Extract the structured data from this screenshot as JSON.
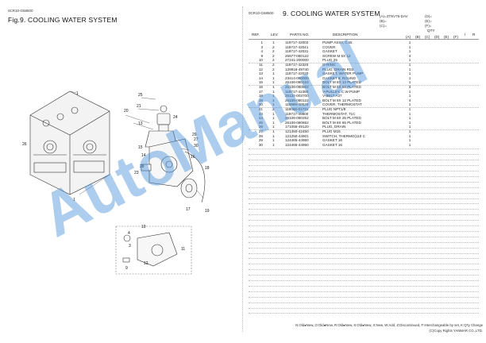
{
  "left_page": {
    "code": "0CR10-G68500",
    "title": "Fig.9.  COOLING WATER SYSTEM"
  },
  "right_page": {
    "code": "0CR10-G68500",
    "title": "9.  COOLING WATER SYSTEM",
    "model_codes": {
      "a": "(A)=3TNV76-DAV",
      "b": "(B)=",
      "c": "(C)=",
      "d": "(D)=",
      "e": "(E)=",
      "f": "(F)="
    },
    "headers": {
      "ref": "REF.",
      "lev": "LEV.",
      "parts": "PARTS NO.",
      "desc": "DESCRIPTION",
      "qty": "QTY",
      "cols": [
        "(A)",
        "(B)",
        "(C)",
        "(D)",
        "(E)",
        "(F)",
        "I",
        "R"
      ]
    },
    "rows": [
      {
        "ref": "1",
        "lev": "1",
        "part": "119717-42002",
        "desc": "PUMP ASSY, C.W.",
        "qty": "1"
      },
      {
        "ref": "3",
        "lev": "2",
        "part": "119717-42041",
        "desc": "COVER",
        "qty": "1"
      },
      {
        "ref": "4",
        "lev": "2",
        "part": "119717-42031",
        "desc": "GASKET",
        "qty": "1"
      },
      {
        "ref": "9",
        "lev": "2",
        "part": "26577-060122",
        "desc": "SCREW M 6X 12",
        "qty": "4"
      },
      {
        "ref": "10",
        "lev": "2",
        "part": "27241-200000",
        "desc": "PLUG 25",
        "qty": "1"
      },
      {
        "ref": "11",
        "lev": "2",
        "part": "119717-42320",
        "desc": "O-RING",
        "qty": "1"
      },
      {
        "ref": "12",
        "lev": "2",
        "part": "129916-49740",
        "desc": "PLUG, DRAIN R03",
        "qty": "1"
      },
      {
        "ref": "13",
        "lev": "1",
        "part": "119717-42020",
        "desc": "GASKET, WATER PUMP",
        "qty": "1"
      },
      {
        "ref": "14",
        "lev": "1",
        "part": "23414-080000",
        "desc": "GASKET 8, ROUND",
        "qty": "1"
      },
      {
        "ref": "15",
        "lev": "1",
        "part": "26106-080122",
        "desc": "BOLT M 8X 12 PLATED",
        "qty": "1"
      },
      {
        "ref": "16",
        "lev": "1",
        "part": "26106-080502",
        "desc": "BOLT M 8X 50 PLATED",
        "qty": "3"
      },
      {
        "ref": "17",
        "lev": "1",
        "part": "119717-42350",
        "desc": "V-PULLEY, C.W.PUMP",
        "qty": "1"
      },
      {
        "ref": "18",
        "lev": "1",
        "part": "25132-003700",
        "desc": "V-BELT A37",
        "qty": "1"
      },
      {
        "ref": "19",
        "lev": "1",
        "part": "26106-080122",
        "desc": "BOLT M 8X 12 PLATED",
        "qty": "4"
      },
      {
        "ref": "20",
        "lev": "1",
        "part": "119669-49520",
        "desc": "COVER, THERMOSTAT",
        "qty": "1"
      },
      {
        "ref": "21",
        "lev": "2",
        "part": "119065-01731",
        "desc": "PLUG NPT1/8",
        "qty": "1"
      },
      {
        "ref": "23",
        "lev": "1",
        "part": "119717-49800",
        "desc": "THERMOSTAT, 71C",
        "qty": "1"
      },
      {
        "ref": "24",
        "lev": "1",
        "part": "26106-080252",
        "desc": "BOLT M 8X 25 PLATED",
        "qty": "1"
      },
      {
        "ref": "25",
        "lev": "1",
        "part": "26106-080652",
        "desc": "BOLT M 8X 65 PLATED",
        "qty": "1"
      },
      {
        "ref": "26",
        "lev": "1",
        "part": "171056-49120",
        "desc": "PLUG, DRAIN",
        "qty": "1"
      },
      {
        "ref": "27",
        "lev": "1",
        "part": "121450-42450",
        "desc": "PLUG M16",
        "qty": "1"
      },
      {
        "ref": "28",
        "lev": "1",
        "part": "121250-44901",
        "desc": "SWITCH, THERMO(110 C",
        "qty": "1"
      },
      {
        "ref": "29",
        "lev": "1",
        "part": "124465-44950",
        "desc": "GASKET 16",
        "qty": "1"
      },
      {
        "ref": "30",
        "lev": "1",
        "part": "124465-44950",
        "desc": "GASKET 16",
        "qty": "1"
      }
    ],
    "footer": "N:Old●New, O:Old●New, R:Old●New, S:Old●New, X:New, W:Add, Z:Discontinued, F:Interchangeable by set, K:Q'ty Change",
    "copyright": "(C)Copy Rights YANMAR CO.,LTD."
  },
  "diagram": {
    "callouts": [
      "1",
      "3",
      "4",
      "9",
      "10",
      "11",
      "12",
      "13",
      "14",
      "15",
      "16",
      "17",
      "18",
      "19",
      "20",
      "21",
      "23",
      "24",
      "25",
      "26",
      "27",
      "28",
      "29",
      "30"
    ]
  },
  "watermark": {
    "text": "AutoManual",
    "color": "#4a90d9"
  }
}
